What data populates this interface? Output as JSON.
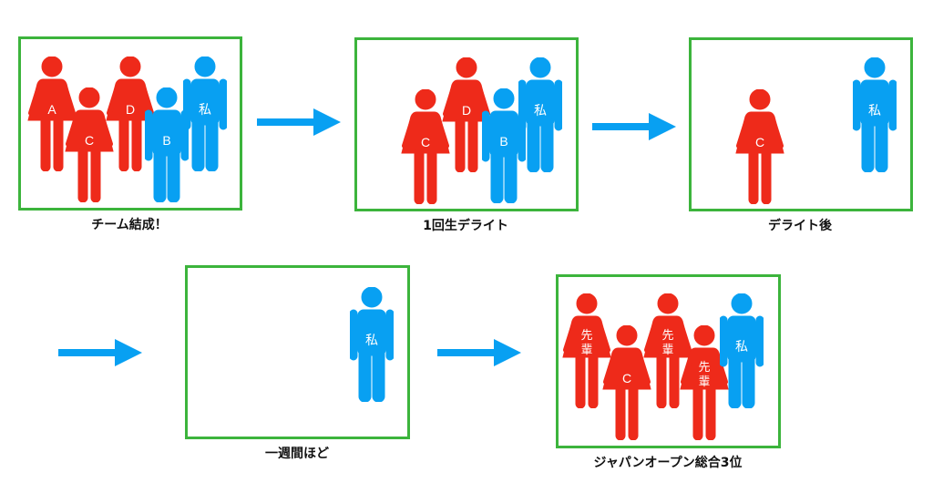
{
  "colors": {
    "female": "#ee2a1a",
    "male": "#08a0f2",
    "frame": "#3cb43c",
    "arrow": "#08a0f2"
  },
  "panels": [
    {
      "caption": "チーム結成！",
      "figures": [
        {
          "label": "A",
          "type": "female"
        },
        {
          "label": "C",
          "type": "female"
        },
        {
          "label": "D",
          "type": "female"
        },
        {
          "label": "B",
          "type": "male"
        },
        {
          "label": "私",
          "type": "male"
        }
      ]
    },
    {
      "caption": "1回生デライト",
      "figures": [
        {
          "label": "C",
          "type": "female"
        },
        {
          "label": "D",
          "type": "female"
        },
        {
          "label": "B",
          "type": "male"
        },
        {
          "label": "私",
          "type": "male"
        }
      ]
    },
    {
      "caption": "デライト後",
      "figures": [
        {
          "label": "C",
          "type": "female"
        },
        {
          "label": "私",
          "type": "male"
        }
      ]
    },
    {
      "caption": "一週間ほど",
      "figures": [
        {
          "label": "私",
          "type": "male"
        }
      ]
    },
    {
      "caption": "ジャパンオープン総合3位",
      "figures": [
        {
          "label": "先輩",
          "type": "female"
        },
        {
          "label": "C",
          "type": "female"
        },
        {
          "label": "先輩",
          "type": "female"
        },
        {
          "label": "先輩",
          "type": "female"
        },
        {
          "label": "私",
          "type": "male"
        }
      ]
    }
  ],
  "arrows": [
    {
      "icon": "right-arrow-icon"
    },
    {
      "icon": "right-arrow-icon"
    },
    {
      "icon": "right-arrow-icon"
    },
    {
      "icon": "right-arrow-icon"
    }
  ]
}
